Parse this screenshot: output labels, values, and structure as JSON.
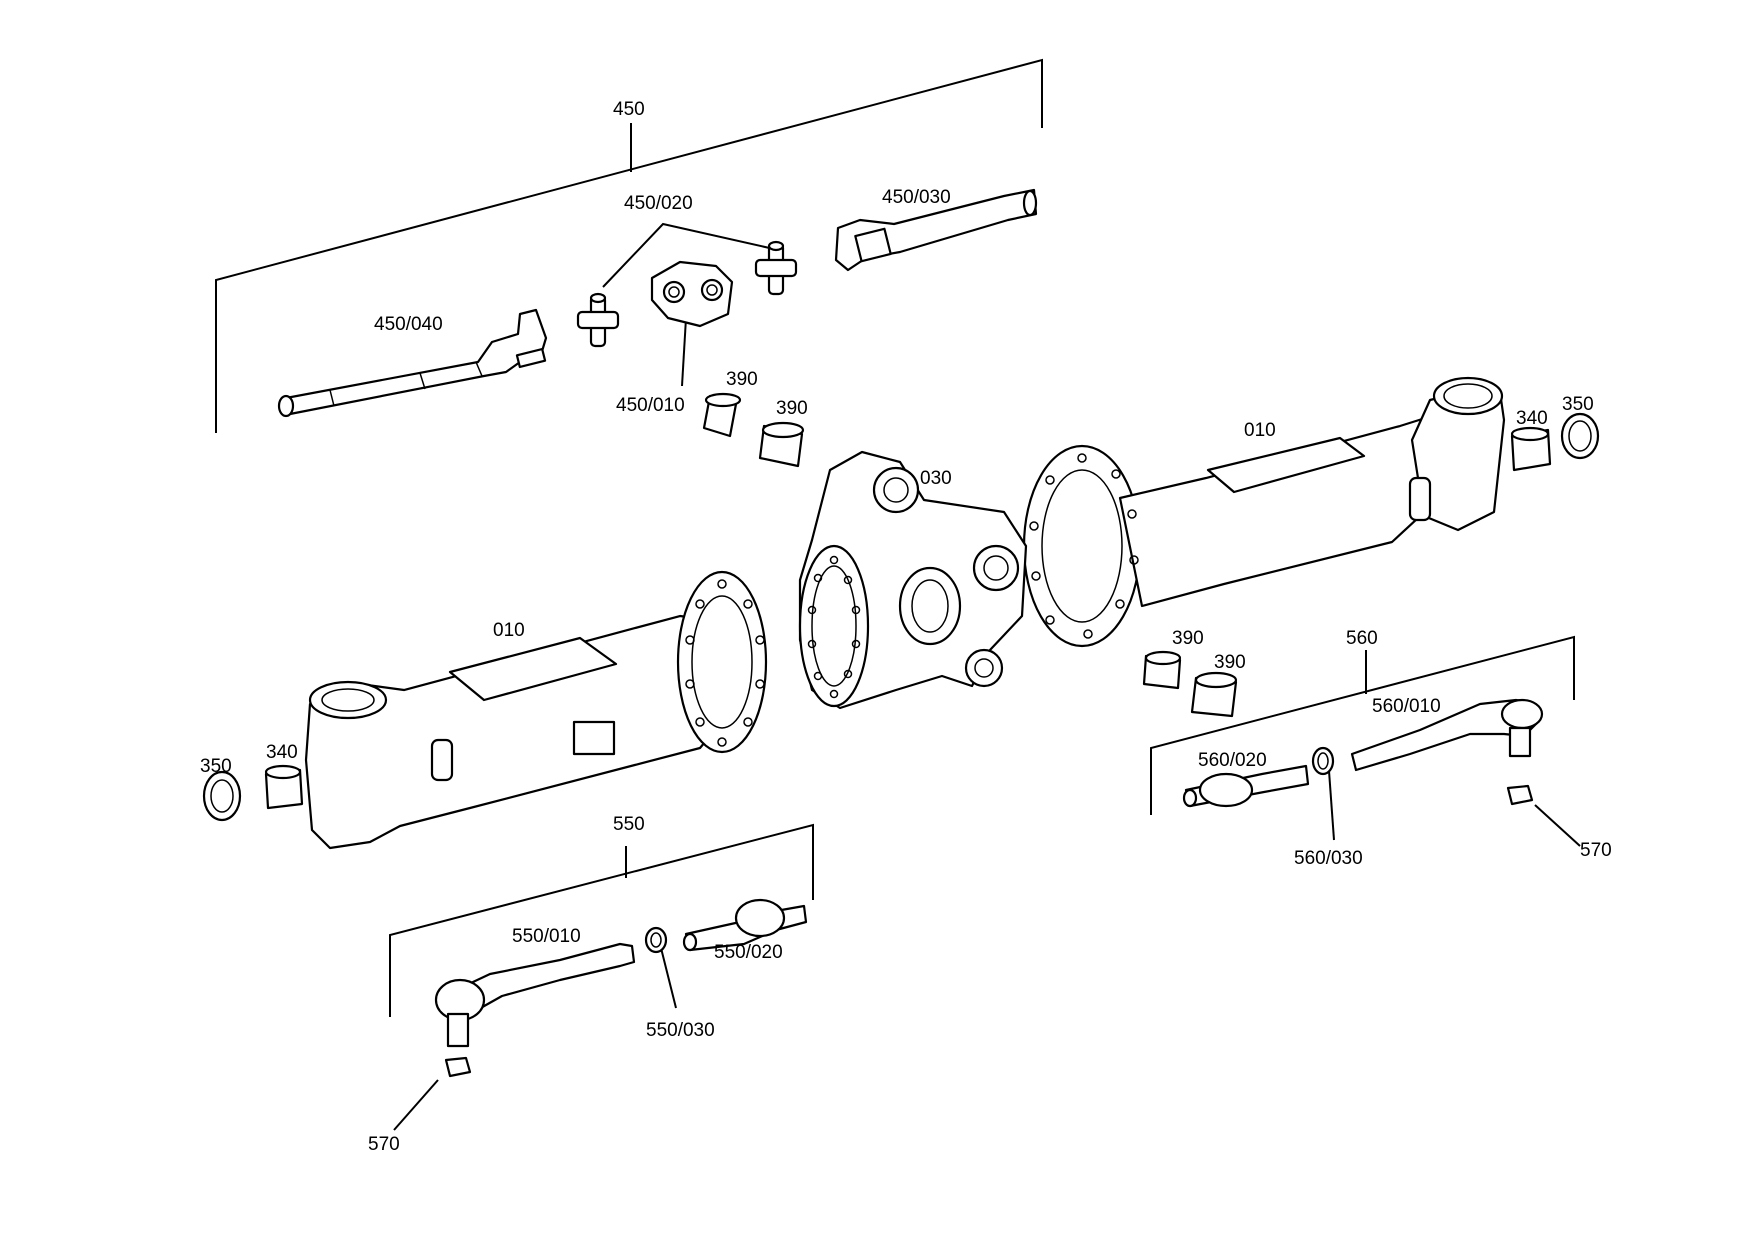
{
  "labels": {
    "l450": "450",
    "l450_020": "450/020",
    "l450_030": "450/030",
    "l450_040": "450/040",
    "l450_010": "450/010",
    "l390_a": "390",
    "l390_b": "390",
    "l390_c": "390",
    "l390_d": "390",
    "l030": "030",
    "l010_right": "010",
    "l010_left": "010",
    "l340_right": "340",
    "l350_right": "350",
    "l340_left": "340",
    "l350_left": "350",
    "l560": "560",
    "l560_010": "560/010",
    "l560_020": "560/020",
    "l560_030": "560/030",
    "l570_right": "570",
    "l550": "550",
    "l550_010": "550/010",
    "l550_020": "550/020",
    "l550_030": "550/030",
    "l570_left": "570"
  }
}
